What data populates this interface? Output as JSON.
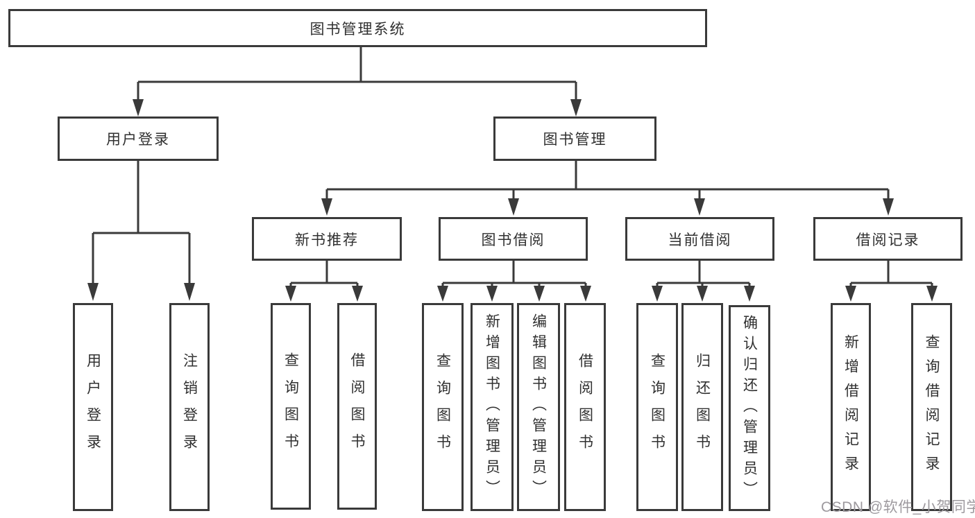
{
  "diagram": {
    "root": "图书管理系统",
    "branches": [
      {
        "label": "用户登录",
        "children": [
          "用户登录",
          "注销登录"
        ]
      },
      {
        "label": "图书管理",
        "sections": [
          {
            "label": "新书推荐",
            "children": [
              "查询图书",
              "借阅图书"
            ]
          },
          {
            "label": "图书借阅",
            "children": [
              "查询图书",
              "新增图书（管理员）",
              "编辑图书（管理员）",
              "借阅图书"
            ]
          },
          {
            "label": "当前借阅",
            "children": [
              "查询图书",
              "归还图书",
              "确认归还（管理员）"
            ]
          },
          {
            "label": "借阅记录",
            "children": [
              "新增借阅记录",
              "查询借阅记录"
            ]
          }
        ]
      }
    ]
  },
  "watermark": "CSDN @软件_小贺同学",
  "colors": {
    "line": "#3a3a3a",
    "box_border": "#3a3a3a",
    "box_fill": "#ffffff",
    "text": "#303030",
    "watermark": "#9d999e",
    "background": "#ffffff"
  }
}
